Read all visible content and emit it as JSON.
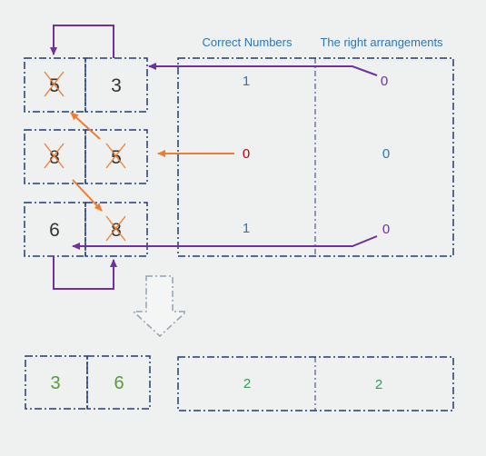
{
  "headers": {
    "correct_numbers": "Correct Numbers",
    "right_arrangements": "The right arrangements"
  },
  "rows": [
    {
      "left": "5",
      "right": "3",
      "left_crossed": true,
      "right_crossed": false,
      "correct": "1",
      "arranged": "0"
    },
    {
      "left": "8",
      "right": "5",
      "left_crossed": true,
      "right_crossed": true,
      "correct": "0",
      "arranged": "0"
    },
    {
      "left": "6",
      "right": "8",
      "left_crossed": false,
      "right_crossed": true,
      "correct": "1",
      "arranged": "0"
    }
  ],
  "result": {
    "left": "3",
    "right": "6",
    "correct": "2",
    "arranged": "2"
  },
  "colors": {
    "background": "#eef1ef",
    "box_border": "#1f3a7a",
    "number_dark": "#333333",
    "number_blue": "#2e75b6",
    "number_red": "#c00000",
    "number_green": "#5a9a3a",
    "result_green": "#2e9e55",
    "cross_orange": "#ed7d31",
    "arrow_orange": "#ed7d31",
    "arrow_purple": "#7030a0",
    "down_arrow": "#8fa2b8"
  }
}
